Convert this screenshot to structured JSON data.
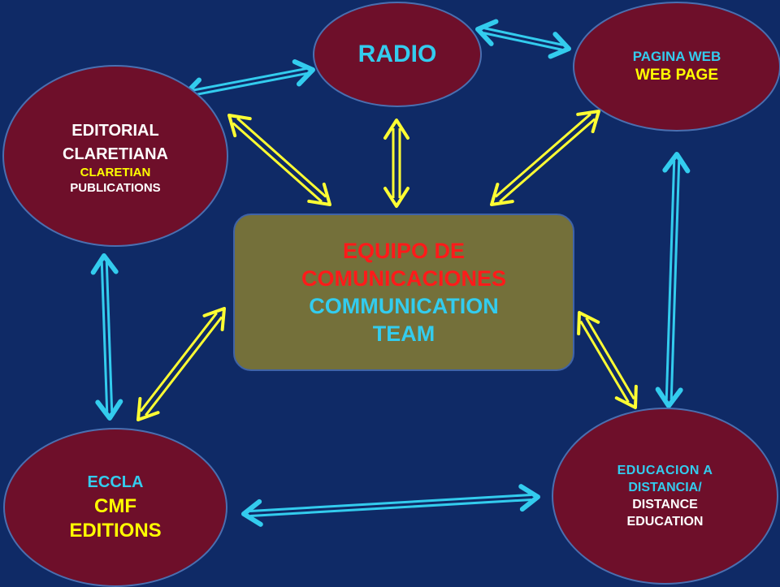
{
  "colors": {
    "background": "#0f2a66",
    "oval_fill": "#6e0f2a",
    "center_fill": "#74703a",
    "arrow_yellow": "#ffff33",
    "arrow_cyan": "#33ccee"
  },
  "nodes": {
    "center": {
      "line1": "EQUIPO DE",
      "line2": "COMUNICACIONES",
      "line3": "COMMUNICATION",
      "line4": "TEAM"
    },
    "radio": {
      "label": "RADIO"
    },
    "web": {
      "line1": "PAGINA WEB",
      "line2": "WEB PAGE"
    },
    "editorial": {
      "line1": "EDITORIAL",
      "line2": "CLARETIANA",
      "line3": "CLARETIAN",
      "line4": "PUBLICATIONS"
    },
    "eccla": {
      "line1": "ECCLA",
      "line2": "CMF",
      "line3": "EDITIONS"
    },
    "education": {
      "line1": "EDUCACION A",
      "line2": "DISTANCIA/",
      "line3": "DISTANCE",
      "line4": "EDUCATION"
    }
  }
}
